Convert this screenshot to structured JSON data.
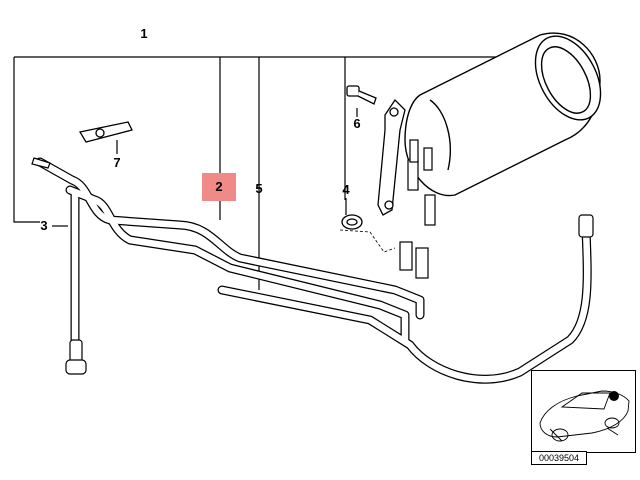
{
  "callouts": {
    "n1": "1",
    "n2": "2",
    "n3": "3",
    "n4": "4",
    "n5": "5",
    "n6": "6",
    "n7": "7"
  },
  "highlight_color": "#f08a88",
  "reference_code": "00039504",
  "icons": [
    "charcoal-canister",
    "fuel-vent-line",
    "hose-clamp",
    "mounting-bracket",
    "bolt",
    "car-locator"
  ]
}
